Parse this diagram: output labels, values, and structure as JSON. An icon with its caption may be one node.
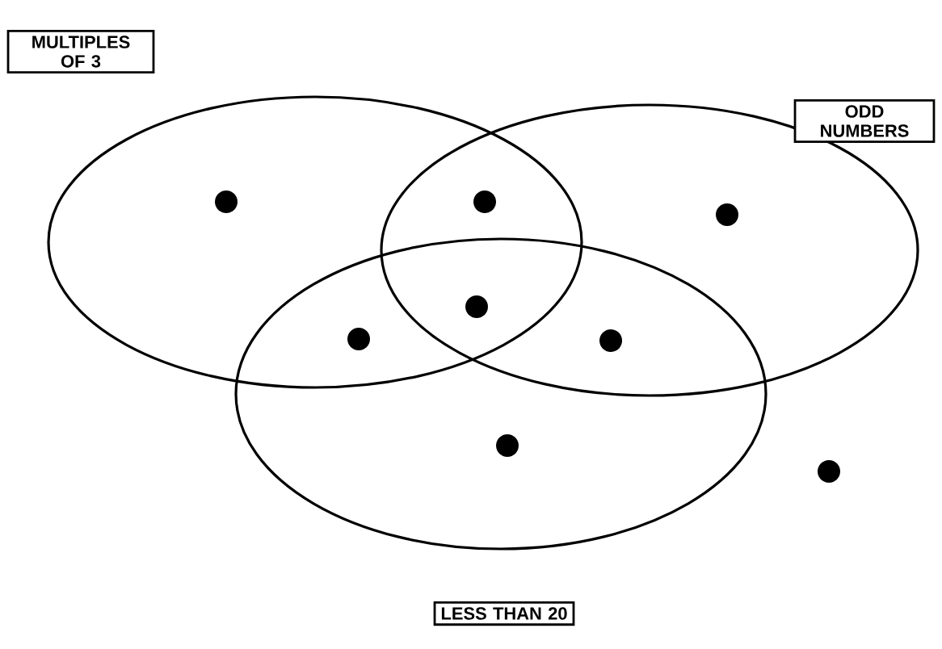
{
  "diagram": {
    "nodes": [
      {
        "text": [
          "MULTIPLES OF 3"
        ]
      },
      {
        "text": [
          "ODD NUMBERS"
        ]
      },
      {
        "text": [
          "LESS THAN 20"
        ]
      }
    ]
  }
}
